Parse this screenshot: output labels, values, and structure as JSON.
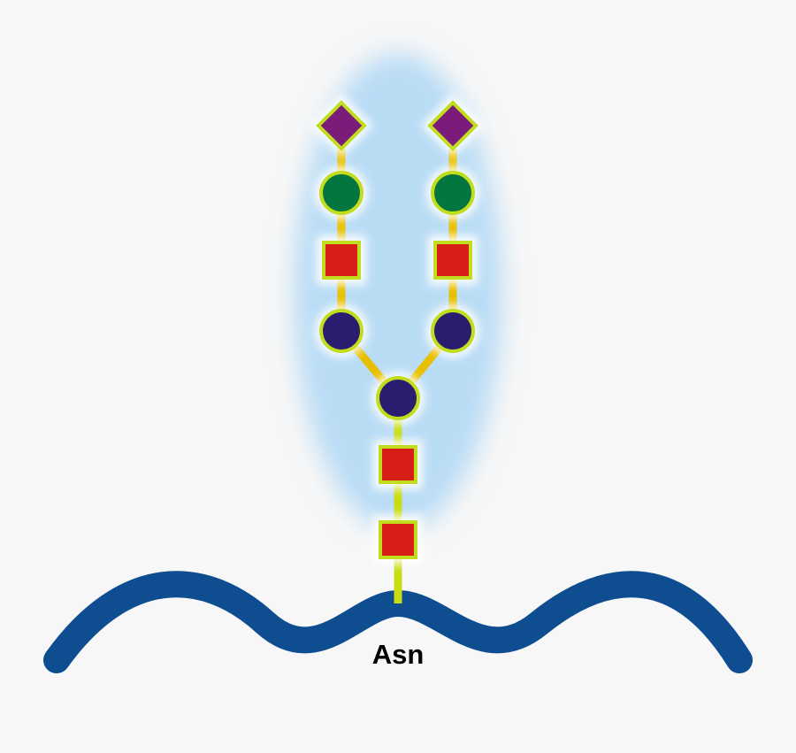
{
  "diagram": {
    "label": "Asn",
    "colors": {
      "background": "#f7f7f7",
      "protein_backbone": "#0f4d91",
      "glow": "#b9dcf5",
      "outline": "#c2dc1e",
      "stem_link": "#c8dc12",
      "arm_link": "#e8bf00",
      "sialic_acid": "#7b1c7a",
      "galactose": "#03753e",
      "glcnac": "#d71f18",
      "mannose": "#2a1c6f"
    },
    "residues": [
      {
        "id": "glcnac-1",
        "shape": "square",
        "color_key": "glcnac"
      },
      {
        "id": "glcnac-2",
        "shape": "square",
        "color_key": "glcnac"
      },
      {
        "id": "core-mannose",
        "shape": "circle",
        "color_key": "mannose"
      },
      {
        "id": "left-mannose",
        "shape": "circle",
        "color_key": "mannose"
      },
      {
        "id": "right-mannose",
        "shape": "circle",
        "color_key": "mannose"
      },
      {
        "id": "left-glcnac",
        "shape": "square",
        "color_key": "glcnac"
      },
      {
        "id": "right-glcnac",
        "shape": "square",
        "color_key": "glcnac"
      },
      {
        "id": "left-galactose",
        "shape": "circle",
        "color_key": "galactose"
      },
      {
        "id": "right-galactose",
        "shape": "circle",
        "color_key": "galactose"
      },
      {
        "id": "left-sialic-acid",
        "shape": "diamond",
        "color_key": "sialic_acid"
      },
      {
        "id": "right-sialic-acid",
        "shape": "diamond",
        "color_key": "sialic_acid"
      }
    ]
  }
}
